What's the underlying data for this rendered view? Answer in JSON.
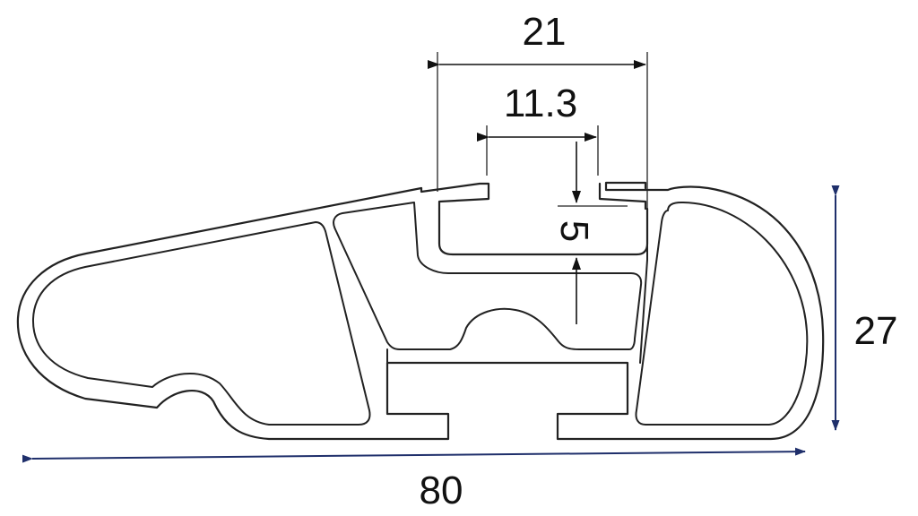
{
  "drawing": {
    "dimensions": {
      "slot_outer_width": "21",
      "slot_opening_width": "11.3",
      "slot_depth": "5",
      "overall_height": "27",
      "overall_length": "80"
    },
    "colors": {
      "outline": "#222222",
      "dimension_lines": "#111111",
      "overall_dimension_lines": "#1f2f6b",
      "background": "#ffffff"
    }
  }
}
